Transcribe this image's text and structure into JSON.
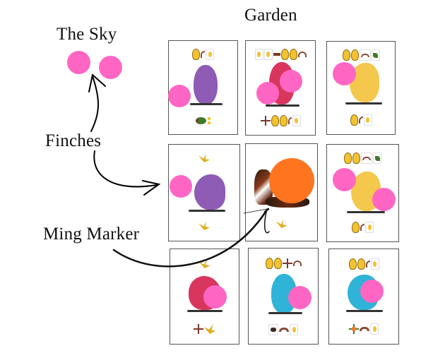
{
  "labels": {
    "garden": "Garden",
    "sky": "The Sky",
    "finches": "Finches",
    "ming_marker": "Ming Marker"
  },
  "colors": {
    "finch_token": "#ff66c4",
    "ming_token": "#ff751f",
    "card_border": "#555555",
    "text": "#111111"
  },
  "sky": {
    "finch_count": 2
  },
  "garden": {
    "rows": 3,
    "cols": 3,
    "cards": [
      {
        "row": 1,
        "col": 1,
        "type": "bird",
        "bird_color": "purple",
        "finches": 1,
        "top_icons": [
          "chick-icon",
          "worm-icon",
          "chick-tile-icon"
        ],
        "bottom_icons": [
          "branch-leaf-icon",
          "seeds-icon"
        ]
      },
      {
        "row": 1,
        "col": 2,
        "type": "bird",
        "bird_color": "red",
        "finches": 2,
        "top_icons": [
          "chick-tile-icon",
          "chick-tile-icon",
          "arrow-right-icon",
          "chick-icon",
          "chick-icon",
          "worm-leaf-icon"
        ],
        "bottom_icons": [
          "cross-leaf-icon",
          "chick-icon",
          "chick-icon",
          "worm-icon",
          "chick-tile-icon"
        ]
      },
      {
        "row": 1,
        "col": 3,
        "type": "bird",
        "bird_color": "yellow",
        "finches": 1,
        "top_icons": [
          "chick-icon",
          "chick-icon",
          "worm-tile-icon",
          "leaf-tile-icon"
        ],
        "bottom_icons": [
          "chick-icon",
          "worm-icon",
          "chick-tile-icon"
        ]
      },
      {
        "row": 2,
        "col": 1,
        "type": "bird",
        "bird_color": "purple",
        "finches": 1,
        "top_icons": [
          "flying-bird-icon"
        ],
        "bottom_icons": [
          "flying-bird-icon"
        ]
      },
      {
        "row": 2,
        "col": 2,
        "type": "cat",
        "bird_color": "",
        "finches": 0,
        "ming_marker": true,
        "top_icons": [],
        "bottom_icons": [
          "flying-bird-icon"
        ]
      },
      {
        "row": 2,
        "col": 3,
        "type": "bird",
        "bird_color": "yellow",
        "finches": 2,
        "top_icons": [
          "chick-icon",
          "chick-icon",
          "worm-tile-icon",
          "leaf-tile-icon"
        ],
        "bottom_icons": [
          "chick-icon",
          "worm-icon",
          "chick-tile-icon"
        ]
      },
      {
        "row": 3,
        "col": 1,
        "type": "bird",
        "bird_color": "red",
        "finches": 1,
        "top_icons": [
          "flying-bird-icon"
        ],
        "bottom_icons": [
          "cross-leaf-icon",
          "flying-bird-icon"
        ]
      },
      {
        "row": 3,
        "col": 2,
        "type": "bird",
        "bird_color": "blue",
        "finches": 1,
        "top_icons": [
          "chick-icon",
          "chick-icon",
          "cross-leaf-icon",
          "worm-leaf-icon"
        ],
        "bottom_icons": [
          "cat-tile-icon",
          "worm-icon",
          "chick-tile-icon"
        ]
      },
      {
        "row": 3,
        "col": 3,
        "type": "bird",
        "bird_color": "blue",
        "finches": 1,
        "top_icons": [
          "chick-icon",
          "chick-icon",
          "worm-leaf-icon",
          "chick-tile-icon"
        ],
        "bottom_icons": [
          "cross-orange-icon",
          "worm-icon",
          "chick-tile-icon"
        ]
      }
    ]
  }
}
